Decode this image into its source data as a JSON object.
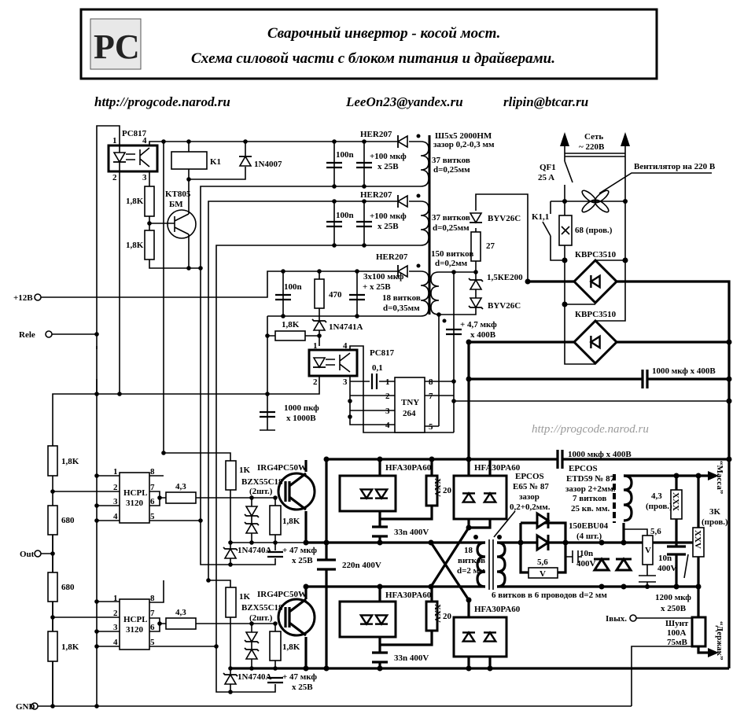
{
  "header": {
    "logo_text": "PC",
    "title_line1": "Сварочный инвертор - косой мост.",
    "title_line2": "Схема силовой части с блоком питания и драйверами."
  },
  "links": {
    "site": "http://progcode.narod.ru",
    "email1": "LeeOn23@yandex.ru",
    "email2": "rlipin@btcar.ru"
  },
  "watermark": "http://progcode.narod.ru",
  "terminals": {
    "plus12": "+12В",
    "rele": "Rele",
    "out": "Out",
    "gnd": "GND",
    "iout": "Iвых."
  },
  "labels": {
    "pc817_a": "PC817",
    "pin1": "1",
    "pin2": "2",
    "pin3": "3",
    "pin4": "4",
    "pin5": "5",
    "pin6": "6",
    "pin7": "7",
    "pin8": "8",
    "k1": "K1",
    "d1n4007": "1N4007",
    "kt805": "KT805",
    "bm": "БМ",
    "r1k8": "1,8K",
    "c100n": "100n",
    "her207": "HER207",
    "c100uf": "+100 мкф",
    "x25v": "x 25В",
    "core": "Ш5х5 2000НМ",
    "core_gap": "зазор 0,2-0,3 мм",
    "w37": "37 витков",
    "d025": "d=0,25мм",
    "w150": "150 витков",
    "d02": "d=0,2мм",
    "w18": "18 витков",
    "d035": "d=0,35мм",
    "c3x100": "3x100 мкф",
    "c3x100_v": "+ x 25В",
    "r470": "470",
    "z1n4741": "1N4741A",
    "c01": "0,1",
    "c1000p": "1000 пкф",
    "c1000p_v": "x 1000В",
    "tny1": "TNY",
    "tny2": "264",
    "byv26c": "BYV26C",
    "r27": "27",
    "tvs": "1,5КЕ200",
    "c47": "+ 4,7 мкф",
    "c47_v": "x 400В",
    "mains1": "Сеть",
    "mains2": "~ 220В",
    "qf1": "QF1",
    "qf1_a": "25 A",
    "fan": "Вентилятор на 220 В",
    "k11": "K1,1",
    "r68": "68 (пров.)",
    "kbpc": "КВРС3510",
    "c1000u": "1000 мкф х 400В",
    "r680": "680",
    "hcpl1": "HCPL",
    "hcpl2": "3120",
    "r43": "4,3",
    "r1k": "1K",
    "igbt": "IRG4PC50W",
    "bzx": "BZX55C18",
    "bzx_n": "(2шт.)",
    "z1n4740": "1N4740A",
    "c47u": "+ 47 мкф",
    "c220n": "220n 400V",
    "hfa": "HFA30PA60",
    "r20": "20",
    "c33n": "33n 400V",
    "xxv": "XXV",
    "xxx": "XXX",
    "v": "V",
    "epcos": "EPCOS",
    "e65": "E65 № 87",
    "gap": "зазор",
    "gap_v": "0,2+0,2мм.",
    "tr18": "18",
    "tr_w": "витков",
    "tr_d": "d=2 мм",
    "sec": "6 витков в 6 проводов d=2 мм",
    "etd": "ETD59 № 87",
    "etd_gap": "зазор 2+2мм.",
    "etd_w": "7 витков",
    "etd_s": "25 кв. мм.",
    "ebu": "150EBU04",
    "ebu_n": "(4 шт.)",
    "r56": "5,6",
    "c10n": "10n",
    "v400": "400V",
    "r43p": "(пров.)",
    "r3k": "3K",
    "c1200": "1200 мкф",
    "c1200_v": "x 250В",
    "shunt1": "Шунт",
    "shunt2": "100А",
    "shunt3": "75мВ",
    "massa": "“Масса”",
    "derzhak": "“Держак”"
  },
  "colors": {
    "ink": "#000000",
    "watermark": "#9a9a9a",
    "background": "#ffffff"
  }
}
